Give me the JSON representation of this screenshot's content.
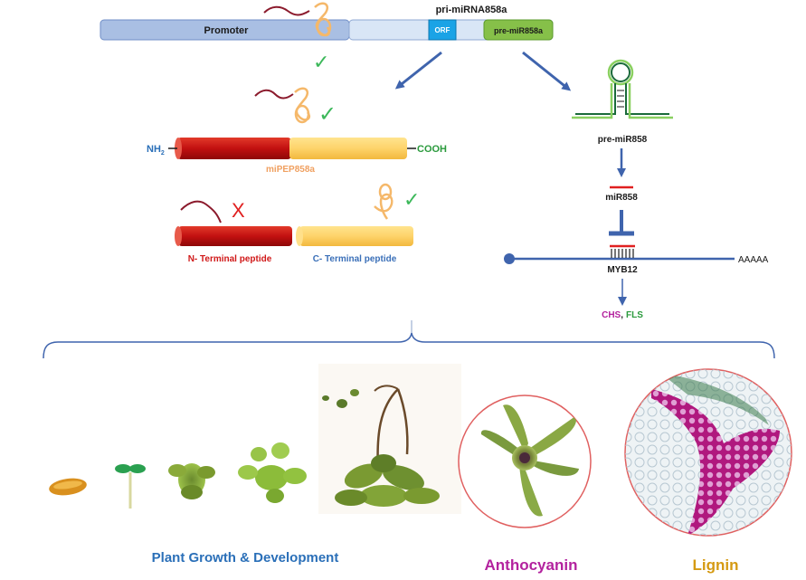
{
  "gene": {
    "title": "pri-miRNA858a",
    "promoter": "Promoter",
    "orf": "ORF",
    "pre": "pre-miR858a"
  },
  "peptide": {
    "n_prefix": "NH",
    "n_sub": "2",
    "c_suffix": "COOH",
    "name": "miPEP858a",
    "n_terminal": "N- Terminal peptide",
    "c_terminal": "C- Terminal peptide"
  },
  "pathway": {
    "pre": "pre-miR858",
    "mirna": "miR858",
    "target": "MYB12",
    "polya": "AAAAA",
    "chs": "CHS",
    "sep": ",",
    "fls": "FLS"
  },
  "marks": {
    "check": "✓",
    "cross": "X"
  },
  "labels": {
    "growth": "Plant Growth & Development",
    "anthocyanin": "Anthocyanin",
    "lignin": "Lignin"
  },
  "colors": {
    "promoter": "#a9bfe3",
    "orf": "#1aa3e6",
    "pre": "#86c049",
    "nterm": "#c81414",
    "cterm": "#fed36a",
    "arrow": "#3f64ad",
    "check": "#3cb85a",
    "cross": "#e02020",
    "anthocyanin": "#b3229e",
    "lignin": "#d59a12",
    "growth": "#2a6fb8"
  }
}
